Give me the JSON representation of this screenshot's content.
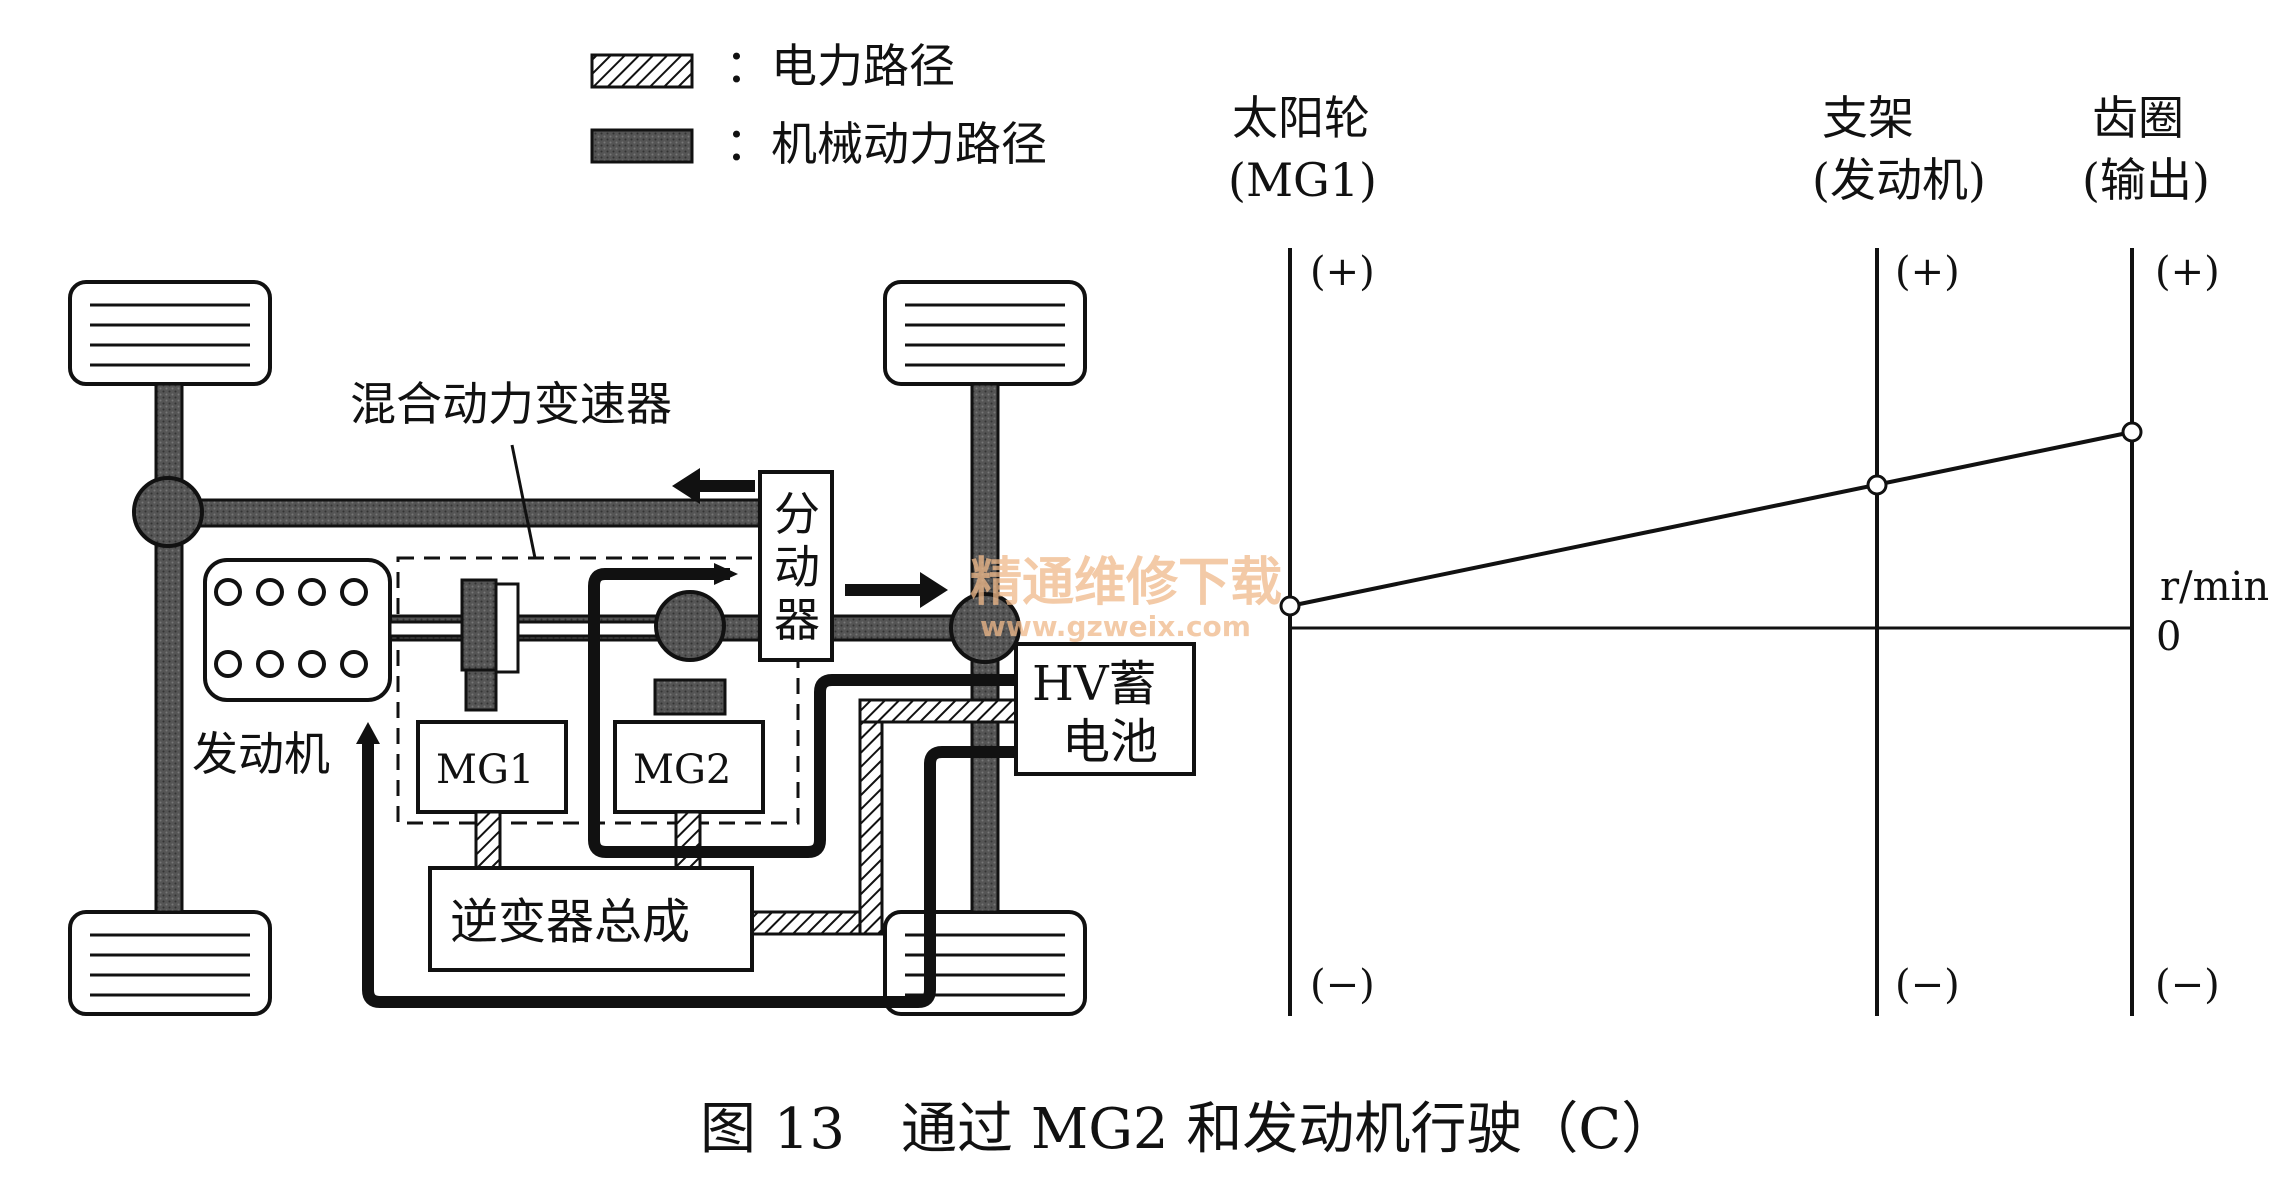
{
  "legend": {
    "electric": "：电力路径",
    "mechanical": "：机械动力路径"
  },
  "labels": {
    "transmission": "混合动力变速器",
    "splitter": [
      "分",
      "动",
      "器"
    ],
    "engine": "发动机",
    "mg1": "MG1",
    "mg2": "MG2",
    "inverter": "逆变器总成",
    "battery": [
      "HV蓄",
      "电池"
    ]
  },
  "nomograph": {
    "columns": [
      {
        "name": "太阳轮",
        "sub": "(MG1)",
        "plus": "(+)",
        "minus": "(−)"
      },
      {
        "name": "支架",
        "sub": "(发动机)",
        "plus": "(+)",
        "minus": "(−)"
      },
      {
        "name": "齿圈",
        "sub": "(输出)",
        "plus": "(+)",
        "minus": "(−)"
      }
    ],
    "unit": "r/min",
    "zero": "0"
  },
  "watermark": {
    "cn": "精通维修下载",
    "url": "www.gzweix.com"
  },
  "caption": "图 13　通过 MG2 和发动机行驶（C）",
  "colors": {
    "line": "#111111",
    "mechanical_fill": "#555555",
    "watermark": "#f0b98a"
  }
}
